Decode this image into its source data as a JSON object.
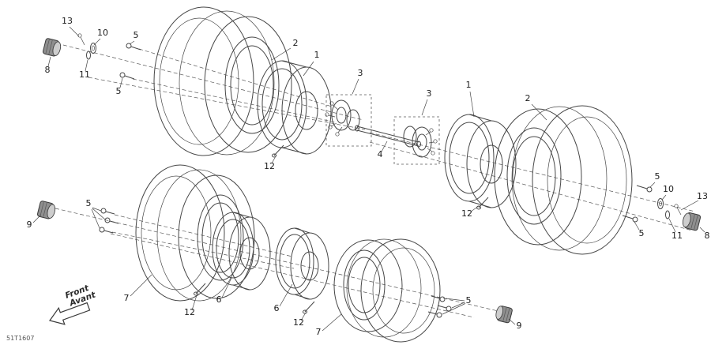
{
  "diagram_code": "51T1607",
  "front_marker": {
    "line1": "Front",
    "line2": "Avant"
  },
  "colors": {
    "line": "#474747",
    "cap_fill": "#8f8f8f",
    "background": "#ffffff"
  },
  "callouts": [
    {
      "n": "13"
    },
    {
      "n": "10"
    },
    {
      "n": "8"
    },
    {
      "n": "11"
    },
    {
      "n": "5"
    },
    {
      "n": "5"
    },
    {
      "n": "2"
    },
    {
      "n": "1"
    },
    {
      "n": "3"
    },
    {
      "n": "12"
    },
    {
      "n": "4"
    },
    {
      "n": "3"
    },
    {
      "n": "1"
    },
    {
      "n": "2"
    },
    {
      "n": "12"
    },
    {
      "n": "5"
    },
    {
      "n": "10"
    },
    {
      "n": "13"
    },
    {
      "n": "11"
    },
    {
      "n": "8"
    },
    {
      "n": "5"
    },
    {
      "n": "9"
    },
    {
      "n": "5"
    },
    {
      "n": "7"
    },
    {
      "n": "6"
    },
    {
      "n": "12"
    },
    {
      "n": "6"
    },
    {
      "n": "12"
    },
    {
      "n": "7"
    },
    {
      "n": "5"
    },
    {
      "n": "9"
    }
  ]
}
